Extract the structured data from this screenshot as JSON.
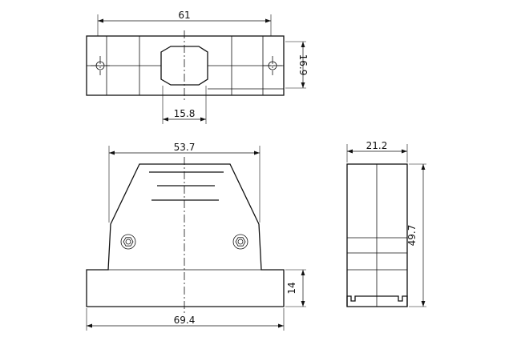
{
  "dimensions": {
    "top_width": "61",
    "top_height": "16.9",
    "top_opening": "15.8",
    "front_top_width": "53.7",
    "front_base_width": "69.4",
    "front_flange_height": "14",
    "side_width": "21.2",
    "side_height": "49.7"
  }
}
